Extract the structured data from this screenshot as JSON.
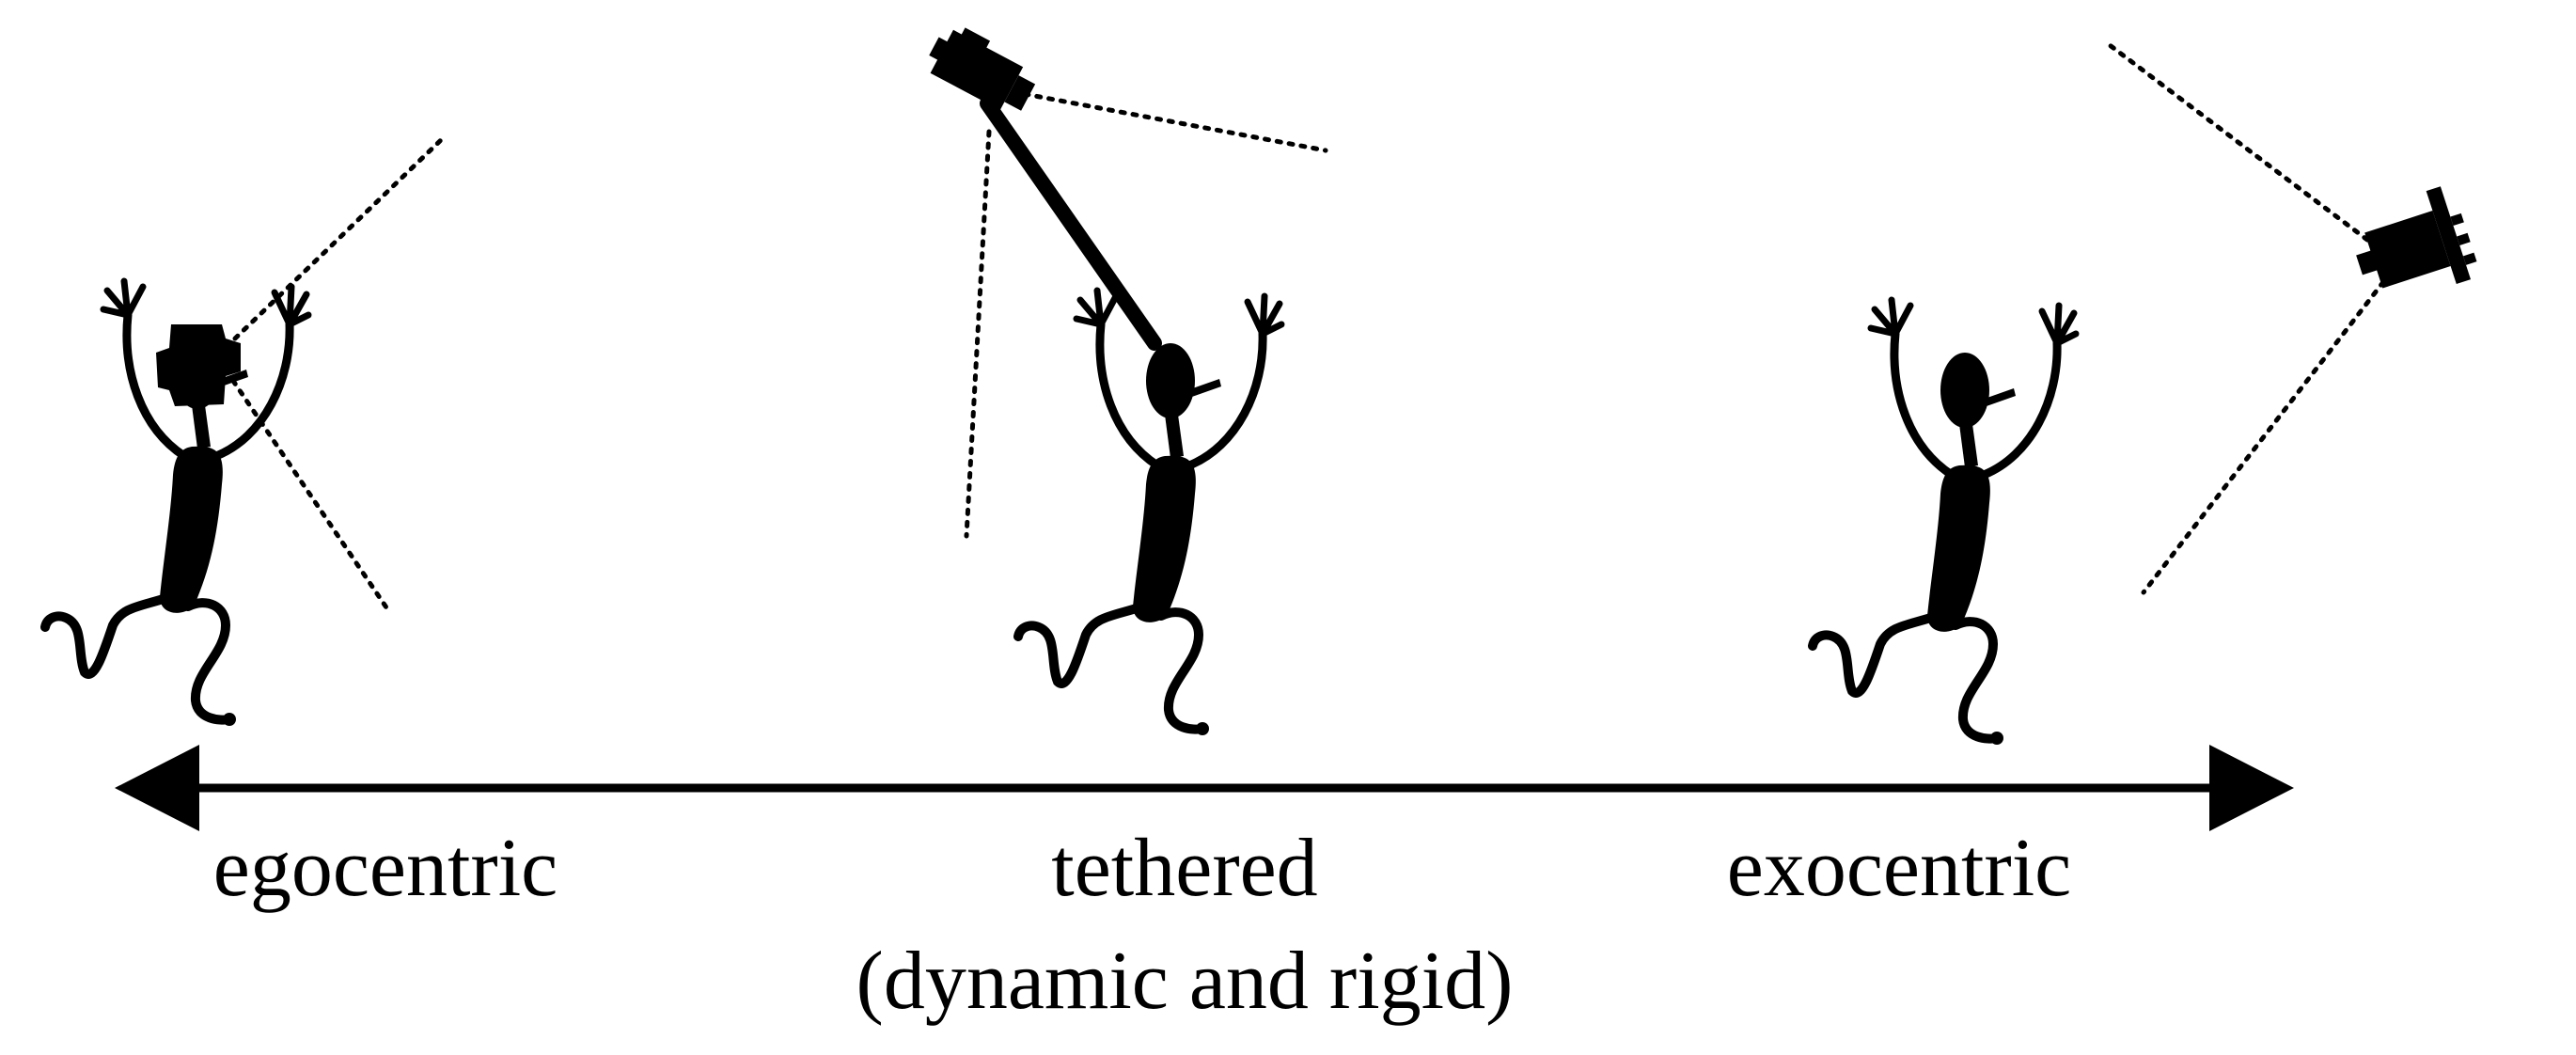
{
  "colors": {
    "ink": "#000000",
    "background": "#ffffff"
  },
  "scale": {
    "labels": {
      "egocentric": "egocentric",
      "tethered": "tethered",
      "tethered_sub": "(dynamic and rigid)",
      "exocentric": "exocentric"
    }
  },
  "figures": [
    {
      "name": "egocentric-figure",
      "camera": "head-mounted"
    },
    {
      "name": "tethered-figure",
      "camera": "boom-tethered"
    },
    {
      "name": "exocentric-figure",
      "camera": "detached"
    }
  ]
}
